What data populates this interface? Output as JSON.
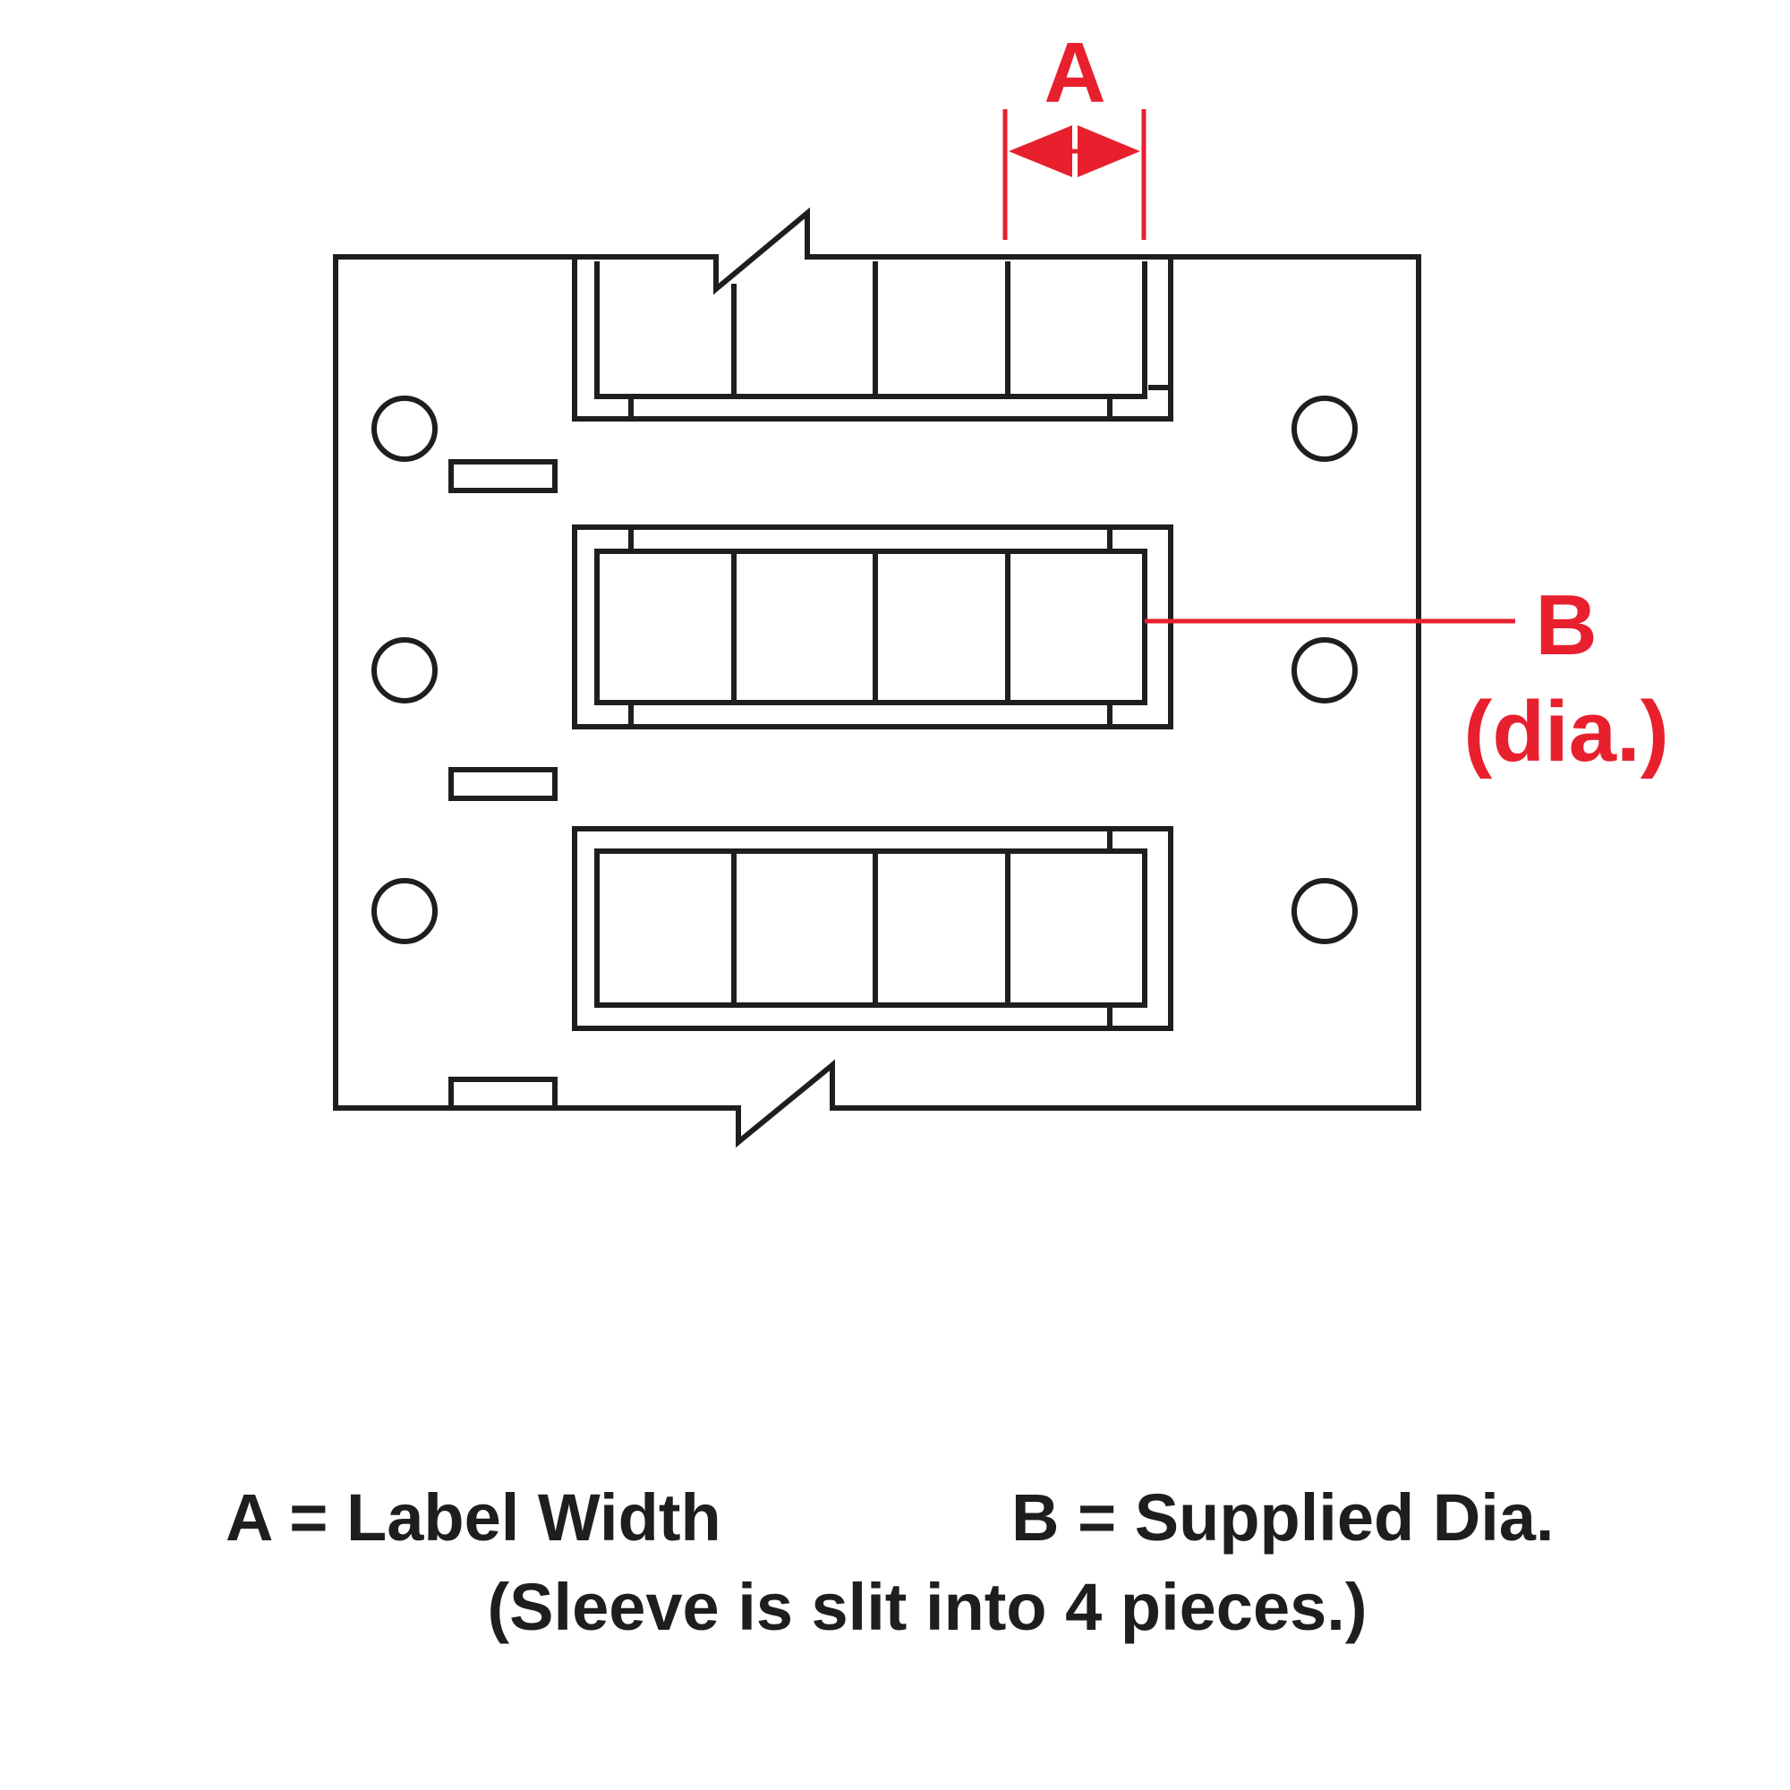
{
  "dimensions": {
    "a_label": "A",
    "b_label": "B",
    "b_sub_label": "(dia.)"
  },
  "legend": {
    "a_definition": "A = Label Width",
    "b_definition": "B = Supplied Dia.",
    "note": "(Sleeve is slit into 4 pieces.)"
  },
  "colors": {
    "outline": "#1e1e1e",
    "dimension": "#e8202e"
  }
}
